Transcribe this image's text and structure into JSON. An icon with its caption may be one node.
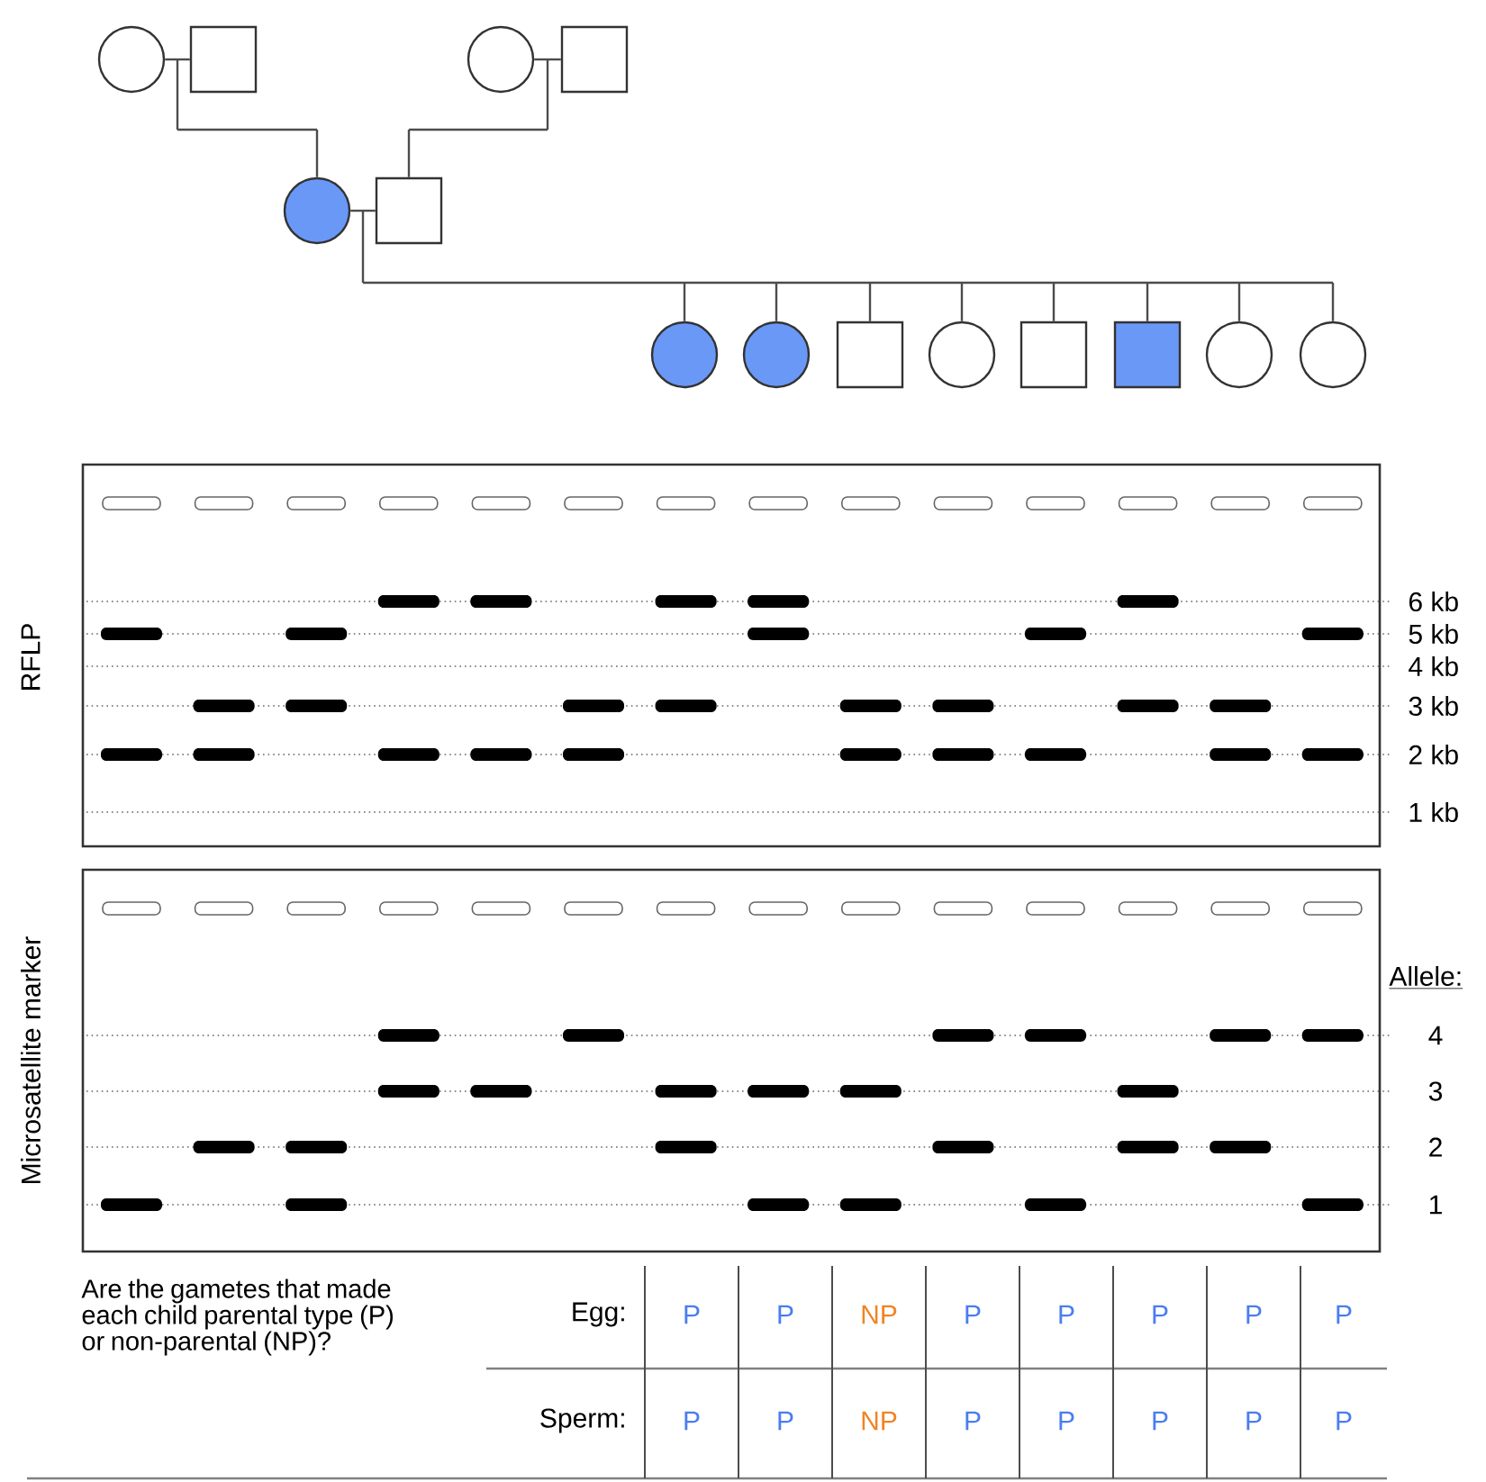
{
  "diagram": {
    "nodes": [
      {
        "text": [],
        "shape": "circle"
      },
      {
        "text": [],
        "shape": "box"
      },
      {
        "text": [],
        "shape": "circle"
      },
      {
        "text": [],
        "shape": "box"
      },
      {
        "text": [],
        "shape": "circle"
      },
      {
        "text": [],
        "shape": "box"
      },
      {
        "text": [],
        "shape": "circle"
      },
      {
        "text": [],
        "shape": "circle"
      },
      {
        "text": [],
        "shape": "box"
      },
      {
        "text": [],
        "shape": "circle"
      },
      {
        "text": [],
        "shape": "box"
      },
      {
        "text": [],
        "shape": "box"
      },
      {
        "text": [],
        "shape": "circle"
      },
      {
        "text": [],
        "shape": "circle"
      }
    ],
    "edges": [
      {
        "from": 0,
        "to": 1,
        "arrow": "none"
      },
      {
        "from": 2,
        "to": 3,
        "arrow": "none"
      },
      {
        "from": 4,
        "to": 5,
        "arrow": "none"
      },
      {
        "from": 0,
        "to": 4,
        "arrow": "none"
      },
      {
        "from": 1,
        "to": 4,
        "arrow": "none"
      },
      {
        "from": 2,
        "to": 5,
        "arrow": "none"
      },
      {
        "from": 3,
        "to": 5,
        "arrow": "none"
      },
      {
        "from": 4,
        "to": 6,
        "arrow": "none"
      },
      {
        "from": 5,
        "to": 6,
        "arrow": "none"
      },
      {
        "from": 4,
        "to": 7,
        "arrow": "none"
      },
      {
        "from": 5,
        "to": 7,
        "arrow": "none"
      },
      {
        "from": 4,
        "to": 8,
        "arrow": "none"
      },
      {
        "from": 5,
        "to": 8,
        "arrow": "none"
      },
      {
        "from": 4,
        "to": 9,
        "arrow": "none"
      },
      {
        "from": 5,
        "to": 9,
        "arrow": "none"
      },
      {
        "from": 4,
        "to": 10,
        "arrow": "none"
      },
      {
        "from": 5,
        "to": 10,
        "arrow": "none"
      },
      {
        "from": 4,
        "to": 11,
        "arrow": "none"
      },
      {
        "from": 5,
        "to": 11,
        "arrow": "none"
      },
      {
        "from": 4,
        "to": 12,
        "arrow": "none"
      },
      {
        "from": 5,
        "to": 12,
        "arrow": "none"
      },
      {
        "from": 4,
        "to": 13,
        "arrow": "none"
      },
      {
        "from": 5,
        "to": 13,
        "arrow": "none"
      }
    ],
    "labels": [
      "RFLP",
      "6 kb",
      "5 kb",
      "4 kb",
      "3 kb",
      "2 kb",
      "1 kb",
      "Microsatellite marker",
      "Allele:",
      "4",
      "3",
      "2",
      "1",
      "Are the gametes that made each child parental type (P) or non-parental (NP)?",
      "Egg:",
      "P",
      "P",
      "NP",
      "P",
      "P",
      "P",
      "P",
      "P",
      "Sperm:",
      "P",
      "P",
      "NP",
      "P",
      "P",
      "P",
      "P",
      "P"
    ]
  }
}
